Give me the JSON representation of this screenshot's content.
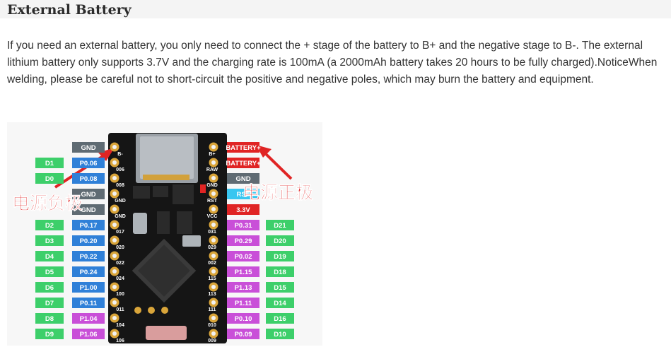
{
  "section": {
    "title": "External Battery",
    "body": "If you need an external battery, you only need to connect the + stage of the battery to B+ and the negative stage to B-. The external lithium battery only supports 3.7V and the charging rate is 100mA (a 2000mAh battery takes 20 hours to be fully charged).NoticeWhen welding, please be careful not to short-circuit the positive and negative poles, which may burn the battery and equipment."
  },
  "figure": {
    "annotation_negative": "电源负极",
    "annotation_positive": "电源正极",
    "left_top": {
      "gnd1": "GND",
      "d1": "D1",
      "p1": "P0.06",
      "d0": "D0",
      "p0": "P0.08",
      "gnd2": "GND",
      "gnd3": "GND"
    },
    "left_rows": [
      {
        "d": "D2",
        "p": "P0.17",
        "pin": "017"
      },
      {
        "d": "D3",
        "p": "P0.20",
        "pin": "020"
      },
      {
        "d": "D4",
        "p": "P0.22",
        "pin": "022"
      },
      {
        "d": "D5",
        "p": "P0.24",
        "pin": "024"
      },
      {
        "d": "D6",
        "p": "P1.00",
        "pin": "100"
      },
      {
        "d": "D7",
        "p": "P0.11",
        "pin": "011"
      },
      {
        "d": "D8",
        "p": "P1.04",
        "pin": "104"
      },
      {
        "d": "D9",
        "p": "P1.06",
        "pin": "106"
      }
    ],
    "left_pin_top": [
      "B-",
      "006",
      "008",
      "GND",
      "GND"
    ],
    "right_top": {
      "batt1": "BATTERY+",
      "batt2": "BATTERY+",
      "gnd": "GND",
      "rst": "RST",
      "v33": "3.3V"
    },
    "right_pin_top": [
      "B+",
      "RAW",
      "GND",
      "RST",
      "VCC"
    ],
    "right_rows": [
      {
        "p": "P0.31",
        "d": "D21",
        "pin": "031"
      },
      {
        "p": "P0.29",
        "d": "D20",
        "pin": "029"
      },
      {
        "p": "P0.02",
        "d": "D19",
        "pin": "002"
      },
      {
        "p": "P1.15",
        "d": "D18",
        "pin": "115"
      },
      {
        "p": "P1.13",
        "d": "D15",
        "pin": "113"
      },
      {
        "p": "P1.11",
        "d": "D14",
        "pin": "111"
      },
      {
        "p": "P0.10",
        "d": "D16",
        "pin": "010"
      },
      {
        "p": "P0.09",
        "d": "D10",
        "pin": "009"
      }
    ],
    "colors": {
      "digital": "#3dcf6a",
      "gpio": "#2f80d8",
      "gpio_alt": "#c94fd8",
      "gnd": "#5f6b73",
      "battery": "#e02424",
      "rst": "#39c6f0",
      "board": "#151515",
      "pin": "#d9a53a"
    }
  }
}
